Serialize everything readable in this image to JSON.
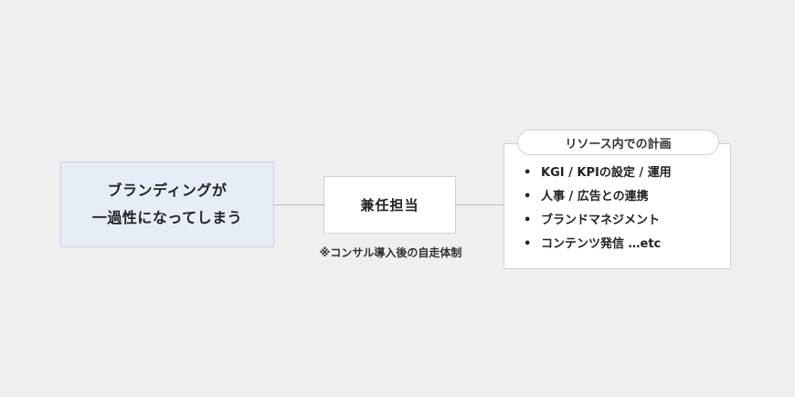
{
  "left_box": {
    "line1": "ブランディングが",
    "line2": "一過性になってしまう"
  },
  "center_box": {
    "label": "兼任担当"
  },
  "note": "※コンサル導入後の自走体制",
  "right_box": {
    "header": "リソース内での計画",
    "bullet_char": "•",
    "items": [
      "KGI / KPIの設定 / 運用",
      "人事 / 広告との連携",
      "ブランドマネジメント",
      "コンテンツ発信 …etc"
    ]
  },
  "colors": {
    "background": "#efefef",
    "left_box_fill": "#e6edf6",
    "left_box_border": "#c6d3e3",
    "box_border": "#d0d0d0",
    "connector": "#b9b9b9"
  }
}
